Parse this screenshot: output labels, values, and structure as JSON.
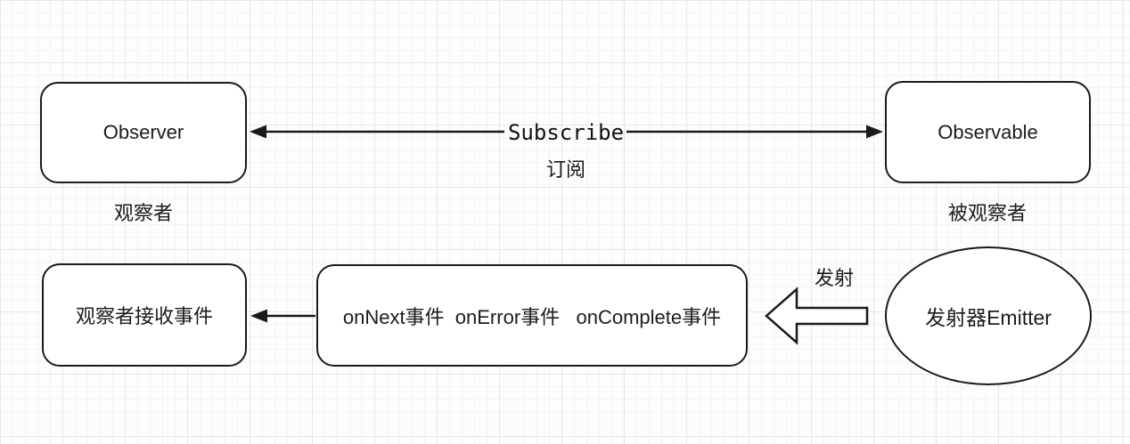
{
  "diagram": {
    "top_row": {
      "observer_box": {
        "label": "Observer",
        "caption": "观察者"
      },
      "observable_box": {
        "label": "Observable",
        "caption": "被观察者"
      },
      "subscribe_arrow": {
        "label": "Subscribe",
        "sublabel": "订阅"
      }
    },
    "bottom_row": {
      "receive_box": {
        "label": "观察者接收事件"
      },
      "events_box": {
        "label": "onNext事件  onError事件   onComplete事件"
      },
      "emit_arrow": {
        "label": "发射"
      },
      "emitter_ellipse": {
        "label": "发射器Emitter"
      }
    },
    "colors": {
      "stroke": "#1a1a1a",
      "shape_fill": "#ffffff",
      "background": "#fdfdfd",
      "grid_minor": "#f4f4f4",
      "grid_major": "#e7e7e7"
    }
  }
}
